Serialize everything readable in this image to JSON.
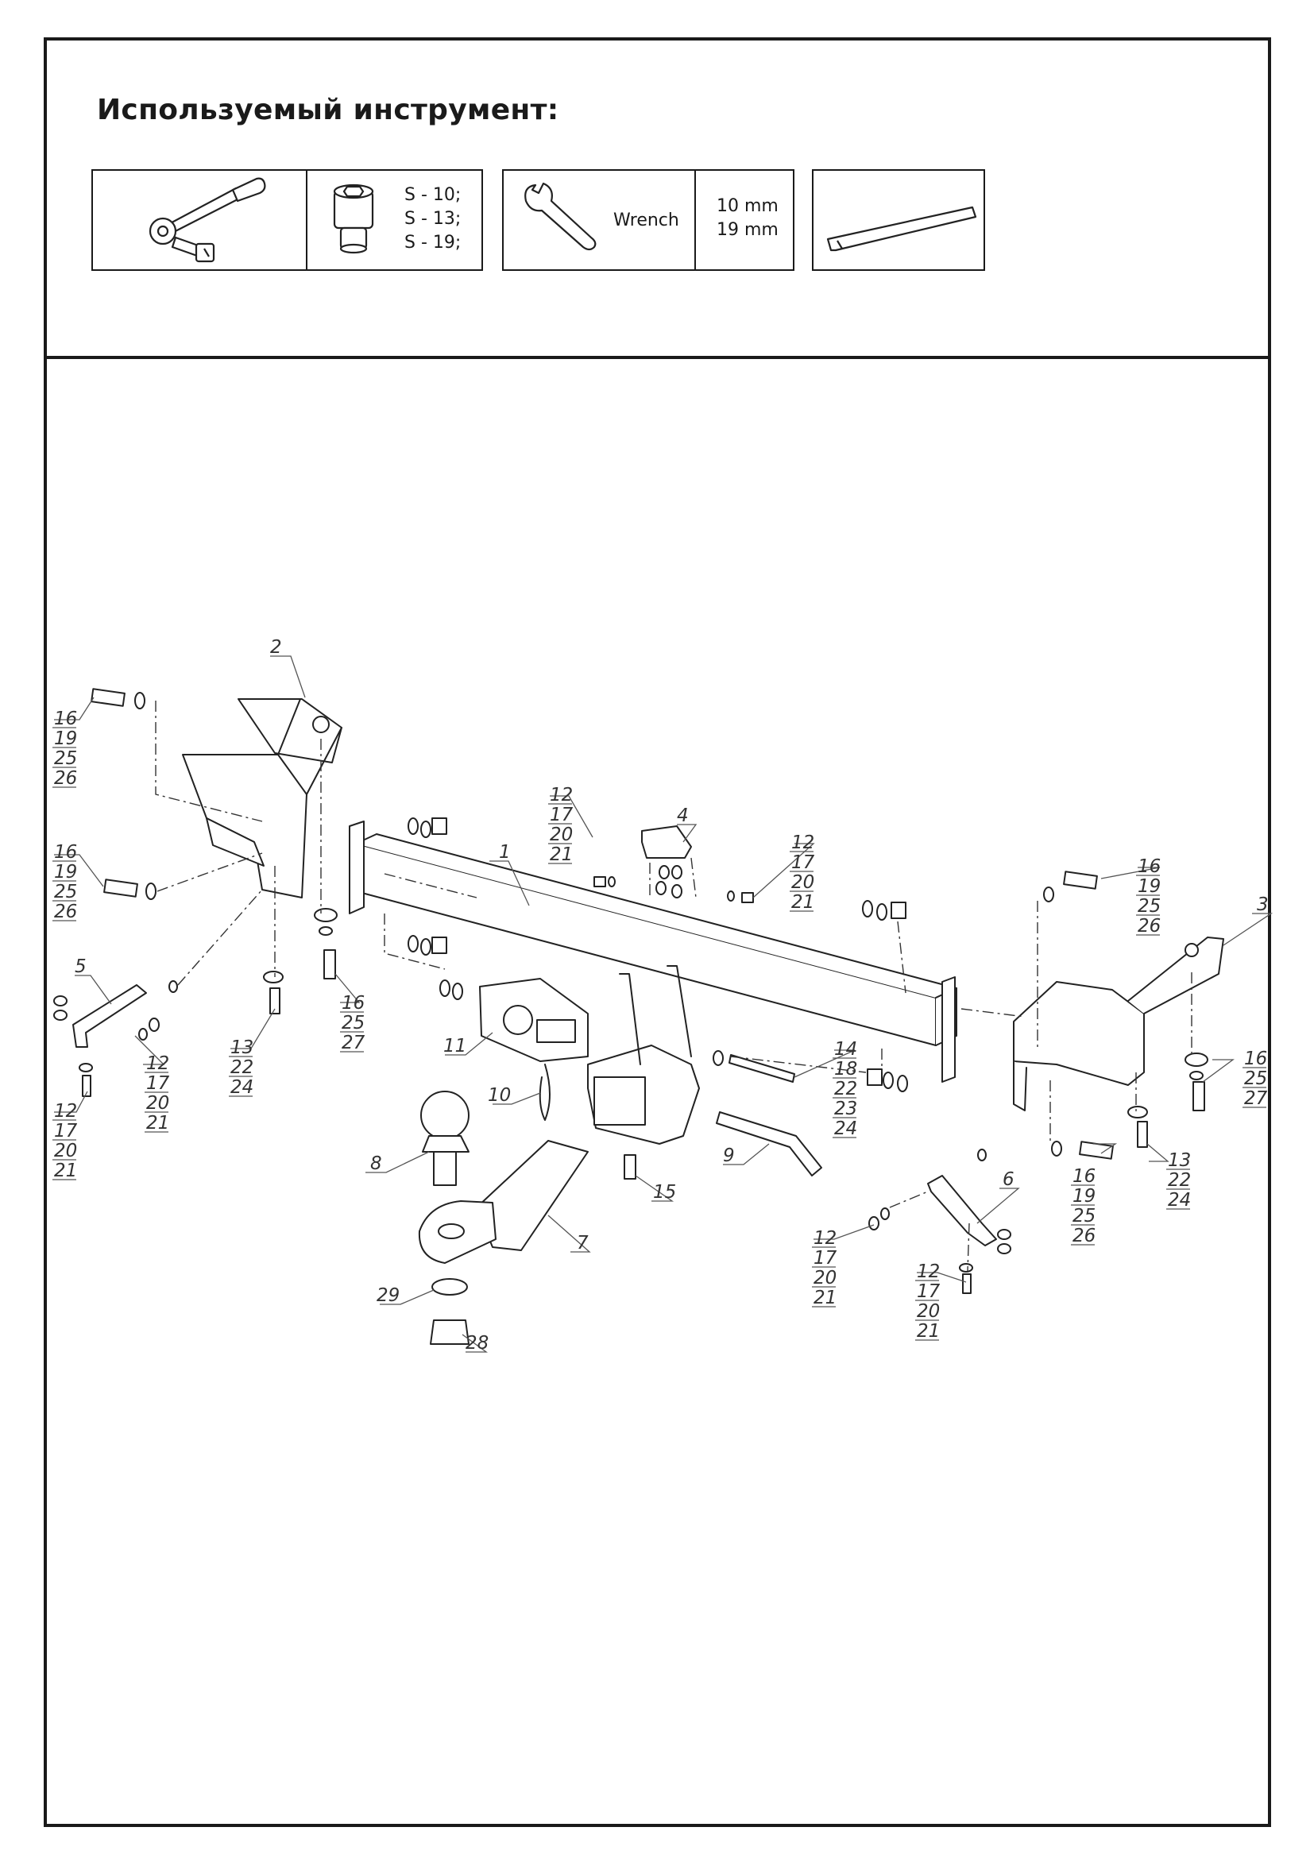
{
  "title": "Используемый инструмент:",
  "tools": {
    "socket_sizes": [
      "S - 10;",
      "S - 13;",
      "S - 19;"
    ],
    "wrench_label": "Wrench",
    "wrench_sizes": [
      "10 mm",
      "19 mm"
    ]
  },
  "callouts": {
    "c1": "1",
    "c2": "2",
    "c3": "3",
    "c4": "4",
    "c5": "5",
    "c6": "6",
    "c7": "7",
    "c8": "8",
    "c9": "9",
    "c10": "10",
    "c11": "11",
    "c15": "15",
    "c28": "28",
    "c29": "29",
    "s_l1": [
      "16",
      "19",
      "25",
      "26"
    ],
    "s_l2": [
      "16",
      "19",
      "25",
      "26"
    ],
    "s_4a": [
      "12",
      "17",
      "20",
      "21"
    ],
    "s_4b": [
      "12",
      "17",
      "20",
      "21"
    ],
    "s_r1": [
      "16",
      "19",
      "25",
      "26"
    ],
    "s_5a": [
      "12",
      "17",
      "20",
      "21"
    ],
    "s_5b": [
      "12",
      "17",
      "20",
      "21"
    ],
    "s_13l": [
      "13",
      "22",
      "24"
    ],
    "s_16l": [
      "16",
      "25",
      "27"
    ],
    "s_14": [
      "14",
      "18",
      "22",
      "23",
      "24"
    ],
    "s_16r": [
      "16",
      "25",
      "27"
    ],
    "s_13r": [
      "13",
      "22",
      "24"
    ],
    "s_r2": [
      "16",
      "19",
      "25",
      "26"
    ],
    "s_6a": [
      "12",
      "17",
      "20",
      "21"
    ],
    "s_6b": [
      "12",
      "17",
      "20",
      "21"
    ]
  }
}
